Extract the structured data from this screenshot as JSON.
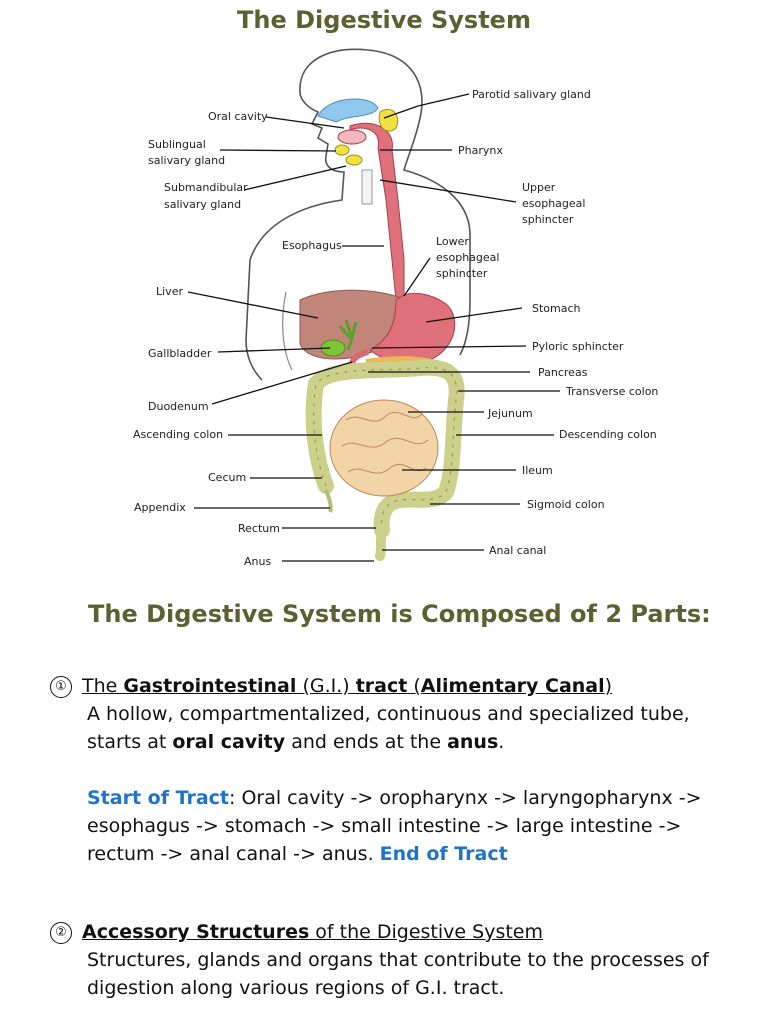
{
  "title": "The Digestive System",
  "diagram": {
    "labels": {
      "parotid": "Parotid salivary gland",
      "oral_cavity": "Oral cavity",
      "sublingual_1": "Sublingual",
      "sublingual_2": "salivary gland",
      "pharynx": "Pharynx",
      "submandibular_1": "Submandibular",
      "submandibular_2": "salivary gland",
      "upper_1": "Upper",
      "upper_2": "esophageal",
      "upper_3": "sphincter",
      "esophagus": "Esophagus",
      "lower_1": "Lower",
      "lower_2": "esophageal",
      "lower_3": "sphincter",
      "liver": "Liver",
      "stomach": "Stomach",
      "gallbladder": "Gallbladder",
      "pyloric": "Pyloric sphincter",
      "pancreas": "Pancreas",
      "transverse": "Transverse colon",
      "duodenum": "Duodenum",
      "jejunum": "Jejunum",
      "ascending": "Ascending colon",
      "descending": "Descending colon",
      "cecum": "Cecum",
      "ileum": "Ileum",
      "appendix": "Appendix",
      "sigmoid": "Sigmoid colon",
      "rectum": "Rectum",
      "anal_canal": "Anal canal",
      "anus": "Anus"
    },
    "colors": {
      "tract": "#e0707a",
      "liver": "#c2857a",
      "colon": "#cdd08a",
      "small_intestine": "#f3d4a6",
      "gland": "#f0e040",
      "nasal": "#8fc8ec",
      "gallbladder": "#7fc436"
    }
  },
  "subtitle": "The Digestive System is Composed of 2 Parts:",
  "part1": {
    "num": "①",
    "h_the": "The ",
    "h_gi": "Gastrointestinal",
    "h_gi_abbr": " (G.I.) ",
    "h_tract": "tract",
    "h_open": " (",
    "h_alimentary": "Alimentary Canal",
    "h_close": ")",
    "d1": "A hollow, compartmentalized, continuous and specialized tube,",
    "d2a": "starts at ",
    "d2b": "oral cavity",
    "d2c": " and ends at the ",
    "d2d": "anus",
    "d2e": ".",
    "start_label": "Start of Tract",
    "seq1": ": Oral cavity -> oropharynx -> laryngopharynx ->",
    "seq2": "esophagus -> stomach -> small intestine -> large intestine ->",
    "seq3": "rectum -> anal canal -> anus. ",
    "end_label": "End of Tract"
  },
  "part2": {
    "num": "②",
    "h_bold": "Accessory Structures",
    "h_rest": " of the Digestive System",
    "d1": "Structures, glands and organs that contribute to the processes of",
    "d2": "digestion along various regions of G.I. tract."
  }
}
